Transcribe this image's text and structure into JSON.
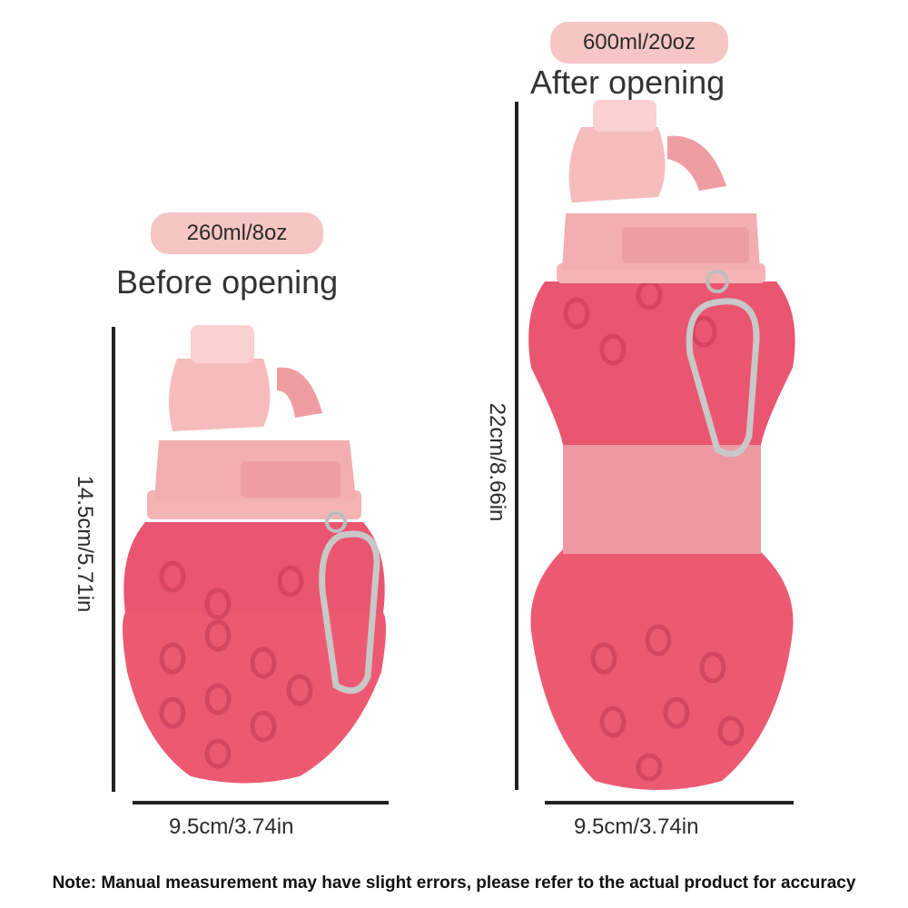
{
  "left": {
    "capacity": "260ml/8oz",
    "state": "Before opening",
    "height_label": "14.5cm/5.71in",
    "width_label": "9.5cm/3.74in"
  },
  "right": {
    "capacity": "600ml/20oz",
    "state": "After opening",
    "height_label": "22cm/8.66in",
    "width_label": "9.5cm/3.74in"
  },
  "note": "Note: Manual measurement may have slight errors, please refer to the actual product for accuracy",
  "colors": {
    "bottle_body": "#ec5a72",
    "bottle_cap": "#f4b4b4",
    "badge_bg": "#f6c6c4",
    "carabiner": "#c8c8c8"
  }
}
